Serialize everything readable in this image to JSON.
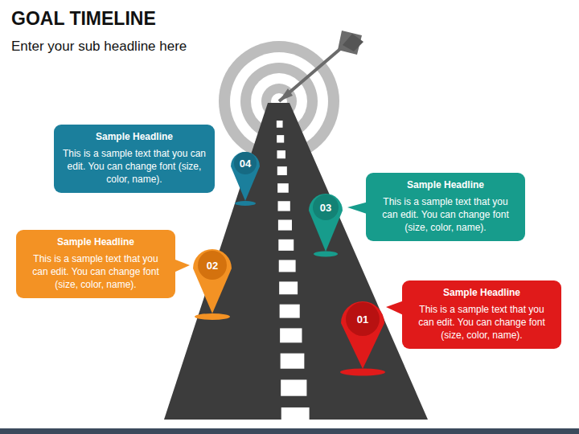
{
  "diagram": {
    "title": "GOAL TIMELINE",
    "nodes": [
      {
        "text": [
          "Sample Headline",
          "This is a sample text that you can edit. You can change font (size, color, name)."
        ]
      },
      {
        "text": [
          "Sample Headline",
          "This is a sample text that you can edit. You can change font (size, color, name)."
        ]
      },
      {
        "text": [
          "Sample Headline",
          "This is a sample text that you can edit. You can change font (size, color, name)."
        ]
      },
      {
        "text": [
          "Sample Headline",
          "This is a sample text that you can edit. You can change font (size, color, name)."
        ]
      }
    ],
    "labels": [
      "Enter your sub headline here",
      "04",
      "03",
      "02",
      "01"
    ]
  }
}
